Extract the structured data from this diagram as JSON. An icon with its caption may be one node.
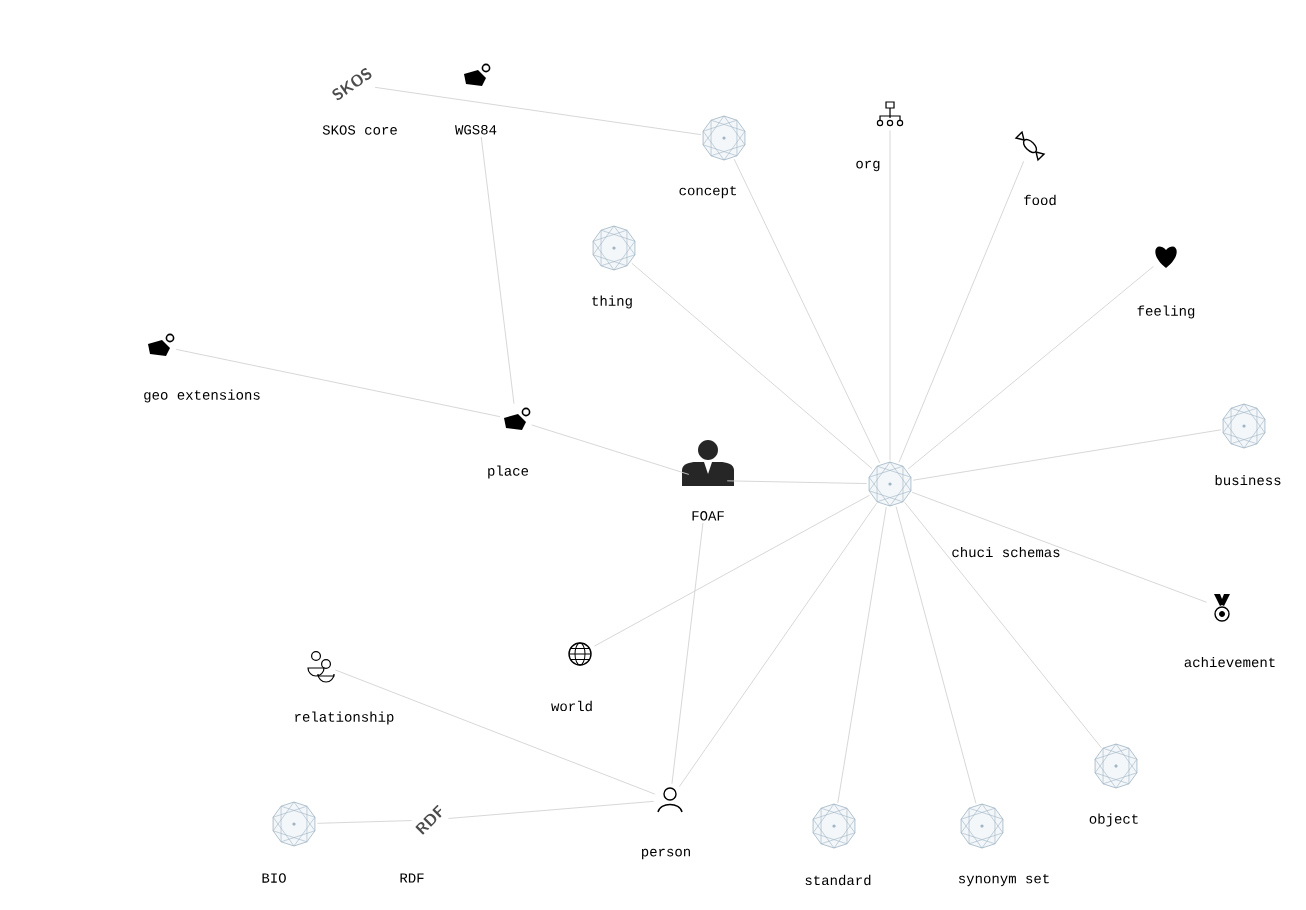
{
  "diagram": {
    "nodes": [
      {
        "text": [
          "SKOS",
          "SKOS core"
        ]
      },
      {
        "text": [
          "WGS84"
        ]
      },
      {
        "text": [
          "concept"
        ]
      },
      {
        "text": [
          "org"
        ]
      },
      {
        "text": [
          "food"
        ]
      },
      {
        "text": [
          "thing"
        ]
      },
      {
        "text": [
          "feeling"
        ]
      },
      {
        "text": [
          "geo extensions"
        ]
      },
      {
        "text": [
          "place"
        ]
      },
      {
        "text": [
          "FOAF"
        ]
      },
      {
        "text": [
          "chuci schemas"
        ]
      },
      {
        "text": [
          "business"
        ]
      },
      {
        "text": [
          "world"
        ]
      },
      {
        "text": [
          "relationship"
        ]
      },
      {
        "text": [
          "achievement"
        ]
      },
      {
        "text": [
          "object"
        ]
      },
      {
        "text": [
          "BIO"
        ]
      },
      {
        "text": [
          "RDF",
          "RDF"
        ]
      },
      {
        "text": [
          "person"
        ]
      },
      {
        "text": [
          "standard"
        ]
      },
      {
        "text": [
          "synonym set"
        ]
      }
    ],
    "edges": [
      {
        "from": 0,
        "to": 2,
        "arrow": "none"
      },
      {
        "from": 2,
        "to": 10,
        "arrow": "none"
      },
      {
        "from": 1,
        "to": 8,
        "arrow": "none"
      },
      {
        "from": 7,
        "to": 8,
        "arrow": "none"
      },
      {
        "from": 8,
        "to": 9,
        "arrow": "none"
      },
      {
        "from": 9,
        "to": 10,
        "arrow": "none"
      },
      {
        "from": 5,
        "to": 10,
        "arrow": "none"
      },
      {
        "from": 3,
        "to": 10,
        "arrow": "none"
      },
      {
        "from": 4,
        "to": 10,
        "arrow": "none"
      },
      {
        "from": 6,
        "to": 10,
        "arrow": "none"
      },
      {
        "from": 11,
        "to": 10,
        "arrow": "none"
      },
      {
        "from": 14,
        "to": 10,
        "arrow": "none"
      },
      {
        "from": 15,
        "to": 10,
        "arrow": "none"
      },
      {
        "from": 20,
        "to": 10,
        "arrow": "none"
      },
      {
        "from": 19,
        "to": 10,
        "arrow": "none"
      },
      {
        "from": 18,
        "to": 10,
        "arrow": "none"
      },
      {
        "from": 12,
        "to": 10,
        "arrow": "none"
      },
      {
        "from": 9,
        "to": 18,
        "arrow": "none"
      },
      {
        "from": 13,
        "to": 18,
        "arrow": "none"
      },
      {
        "from": 16,
        "to": 17,
        "arrow": "none"
      },
      {
        "from": 17,
        "to": 18,
        "arrow": "none"
      }
    ]
  }
}
